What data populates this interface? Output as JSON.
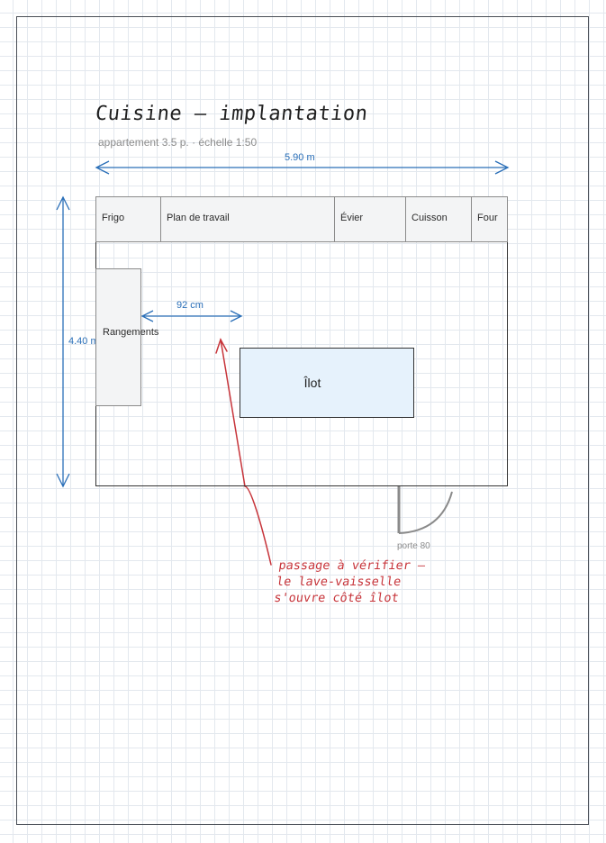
{
  "header": {
    "title": "Cuisine — implantation",
    "subtitle": "appartement 3.5 p. · échelle 1:50"
  },
  "dimensions": {
    "width": "5.90 m",
    "depth": "4.40 m",
    "passage": "92 cm"
  },
  "counter": {
    "fridge": "Frigo",
    "worktop": "Plan de travail",
    "sink": "Évier",
    "cooktop": "Cuisson",
    "oven": "Four"
  },
  "storage": {
    "label": "Rangements"
  },
  "island": {
    "label": "Îlot"
  },
  "door": {
    "label": "porte 80"
  },
  "annotation": {
    "lines": [
      "passage à vérifier —",
      "le lave-vaisselle",
      "s'ouvre côté îlot"
    ]
  },
  "colors": {
    "dimension": "#2a6fb8",
    "annotation": "#c7343a",
    "island_fill": "#e6f2fc",
    "cabinet_fill": "#f3f4f5"
  }
}
